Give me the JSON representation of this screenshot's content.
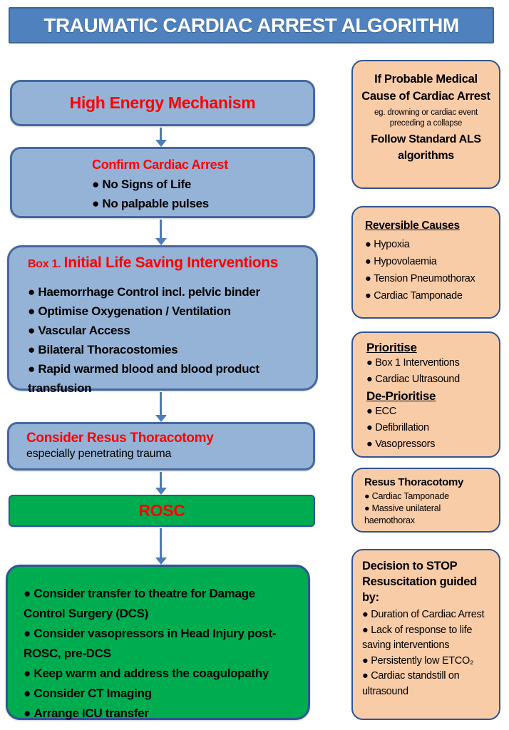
{
  "header": {
    "title": "TRAUMATIC CARDIAC ARREST ALGORITHM"
  },
  "colors": {
    "header_bar": "#4E81BD",
    "flow_box_blue": "#95B3D7",
    "flow_box_green": "#00AC50",
    "side_box_peach": "#F9CCA8",
    "border_navy": "#2F5597",
    "heading_red": "#FF0000",
    "arrow_blue": "#4C7CBB"
  },
  "flow": {
    "high_energy": {
      "title": "High Energy Mechanism"
    },
    "confirm_arrest": {
      "title": "Confirm Cardiac Arrest",
      "bullets": [
        "No Signs of Life",
        "No palpable pulses"
      ]
    },
    "box1": {
      "label": "Box 1.",
      "title": "Initial Life Saving Interventions",
      "bullets": [
        "Haemorrhage Control incl. pelvic binder",
        "Optimise Oxygenation / Ventilation",
        "Vascular Access",
        "Bilateral Thoracostomies",
        "Rapid warmed blood and blood product transfusion"
      ]
    },
    "resus_thoracotomy": {
      "title": "Consider Resus Thoracotomy",
      "note": "especially penetrating trauma"
    },
    "rosc": {
      "title": "ROSC"
    },
    "post_rosc": {
      "bullets": [
        "Consider transfer to theatre for Damage Control Surgery (DCS)",
        "Consider vasopressors in Head Injury post-ROSC, pre-DCS",
        "Keep warm and address the coagulopathy",
        "Consider CT Imaging",
        "Arrange ICU transfer"
      ]
    }
  },
  "side_notes": {
    "medical_cause": {
      "title": "If Probable Medical Cause of Cardiac Arrest",
      "example": "eg. drowning  or cardiac event preceding  a collapse",
      "action": "Follow Standard ALS algorithms"
    },
    "reversible_causes": {
      "heading": "Reversible Causes",
      "bullets": [
        "Hypoxia",
        "Hypovolaemia",
        "Tension Pneumothorax",
        "Cardiac Tamponade"
      ]
    },
    "prioritise": {
      "heading_prioritise": "Prioritise",
      "prioritise_bullets": [
        "Box 1 Interventions",
        "Cardiac Ultrasound"
      ],
      "heading_deprioritise": "De-Prioritise",
      "deprioritise_bullets": [
        "ECC",
        "Defibrillation",
        "Vasopressors"
      ]
    },
    "resus_thoracotomy_indications": {
      "heading": "Resus Thoracotomy",
      "bullets": [
        "Cardiac Tamponade",
        "Massive unilateral haemothorax"
      ]
    },
    "stop_resuscitation": {
      "heading": "Decision to STOP Resuscitation guided by:",
      "bullets": [
        "Duration of Cardiac Arrest",
        "Lack of response to life saving interventions",
        "Persistently low ETCO₂",
        "Cardiac standstill on ultrasound"
      ]
    }
  }
}
